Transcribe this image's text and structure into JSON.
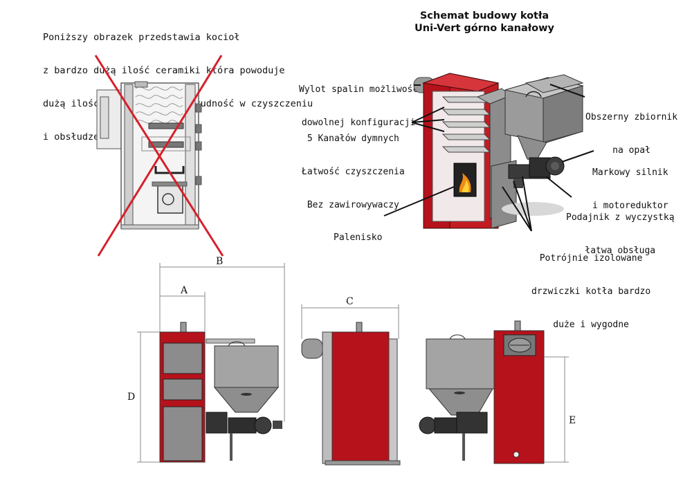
{
  "intro": {
    "lines": [
      "Poniższy obrazek przedstawia kocioł",
      "z bardzo dużą ilość ceramiki która powoduje",
      "dużą ilość zawirowań oraz trudność w czyszczeniu",
      "i obsłudze"
    ]
  },
  "title": {
    "line1": "Schemat budowy kotła",
    "line2": "Uni-Vert górno kanałowy"
  },
  "callouts": {
    "exhaust": [
      "Wylot spalin możliwość",
      "dowolnej konfiguracji"
    ],
    "channels": [
      "5 Kanałów dymnych",
      "Łatwość czyszczenia",
      "Bez zawirowywaczy"
    ],
    "firebox": [
      "Palenisko"
    ],
    "tank": [
      "Obszerny zbiornik",
      "na opał"
    ],
    "motor": [
      "Markowy silnik",
      "i motoreduktor"
    ],
    "feeder": [
      "Podajnik z wyczystką",
      "łatwa obsługa"
    ],
    "doors": [
      "Potrójnie izolowane",
      "drzwiczki kotła bardzo",
      "duże i wygodne"
    ]
  },
  "dimensions": {
    "a": "A",
    "b": "B",
    "c": "C",
    "d": "D",
    "e": "E"
  },
  "colors": {
    "boiler_red": "#b5121b",
    "steel_grey": "#8c8c8c",
    "dark_grey": "#5a5a5a",
    "light_grey": "#bdbdbd",
    "cross_red": "#d6202b",
    "flame": "#f08a12"
  }
}
